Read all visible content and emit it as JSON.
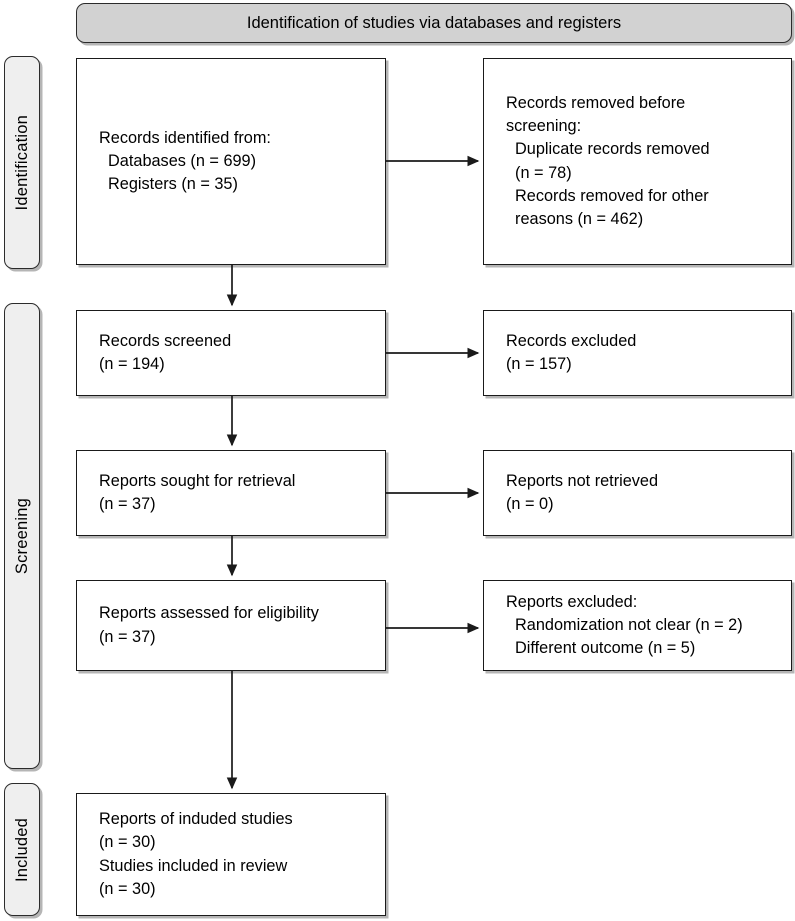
{
  "diagram": {
    "type": "prisma-flow-diagram",
    "banner": {
      "label": "Identification of studies via databases and registers"
    },
    "stages": [
      {
        "id": "identification",
        "label": "Identification"
      },
      {
        "id": "screening",
        "label": "Screening"
      },
      {
        "id": "included",
        "label": "Included"
      }
    ],
    "nodes": {
      "records_identified": {
        "text": "Records identified from:\n  Databases (n = 699)\n  Registers (n = 35)"
      },
      "records_removed": {
        "text": "Records removed before\nscreening:\n  Duplicate records removed\n  (n = 78)\n  Records removed for other\n  reasons (n = 462)"
      },
      "records_screened": {
        "text": "Records screened\n(n = 194)"
      },
      "records_excluded": {
        "text": "Records excluded\n(n = 157)"
      },
      "reports_sought": {
        "text": "Reports sought for retrieval\n(n = 37)"
      },
      "reports_not_retrieved": {
        "text": "Reports not retrieved\n(n = 0)"
      },
      "reports_assessed": {
        "text": "Reports assessed for eligibility\n(n = 37)"
      },
      "reports_excluded": {
        "text": "Reports excluded:\n  Randomization not clear (n = 2)\n  Different outcome (n = 5)"
      },
      "studies_included": {
        "text": "Reports of induded studies\n(n = 30)\nStudies included in review\n(n = 30)"
      }
    },
    "counts": {
      "databases": 699,
      "registers": 35,
      "duplicate_records_removed": 78,
      "records_removed_other_reasons": 462,
      "records_screened": 194,
      "records_excluded": 157,
      "reports_sought_for_retrieval": 37,
      "reports_not_retrieved": 0,
      "reports_assessed_for_eligibility": 37,
      "randomization_not_clear": 2,
      "different_outcome": 5,
      "reports_of_included_studies": 30,
      "studies_included_in_review": 30
    },
    "colors": {
      "banner_fill": "#d2d2d2",
      "pill_fill": "#efefef",
      "box_fill": "#ffffff",
      "border": "#1a1a1a",
      "shadow": "#787878",
      "text": "#000000"
    }
  }
}
